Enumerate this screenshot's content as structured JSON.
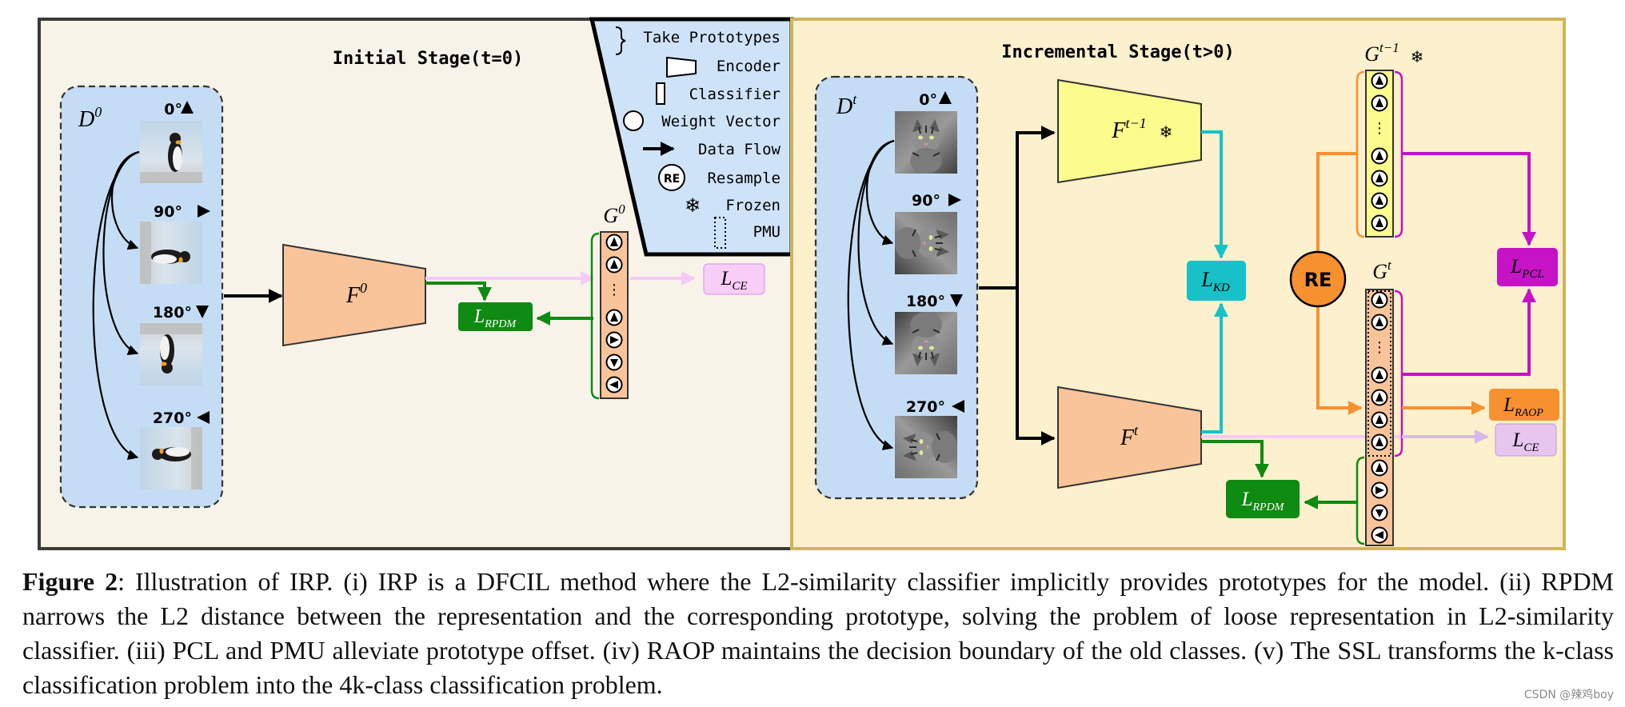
{
  "stages": {
    "initial": "Initial Stage(t=0)",
    "incremental": "Incremental Stage(t>0)"
  },
  "datasets": {
    "initial": {
      "base": "D",
      "sup": "0"
    },
    "incremental": {
      "base": "D",
      "sup": "t"
    }
  },
  "rotations": [
    "0°",
    "90°",
    "180°",
    "270°"
  ],
  "encoders": {
    "f0": {
      "base": "F",
      "sup": "0"
    },
    "ft1": {
      "base": "F",
      "sup": "t−1"
    },
    "ft": {
      "base": "F",
      "sup": "t"
    }
  },
  "classifiers": {
    "g0": {
      "base": "G",
      "sup": "0"
    },
    "gt1": {
      "base": "G",
      "sup": "t−1"
    },
    "gt": {
      "base": "G",
      "sup": "t"
    }
  },
  "losses": {
    "ce": {
      "base": "L",
      "sub": "CE"
    },
    "rpdm": {
      "base": "L",
      "sub": "RPDM"
    },
    "kd": {
      "base": "L",
      "sub": "KD"
    },
    "pcl": {
      "base": "L",
      "sub": "PCL"
    },
    "raop": {
      "base": "L",
      "sub": "RAOP"
    }
  },
  "resample_label": "RE",
  "legend": [
    {
      "icon": "brace-icon",
      "label": "Take Prototypes"
    },
    {
      "icon": "encoder-icon",
      "label": "Encoder"
    },
    {
      "icon": "classifier-icon",
      "label": "Classifier"
    },
    {
      "icon": "weight-vector-icon",
      "label": "Weight Vector"
    },
    {
      "icon": "arrow-icon",
      "label": "Data Flow"
    },
    {
      "icon": "resample-icon",
      "label": "Resample",
      "symbol": "RE"
    },
    {
      "icon": "snowflake-icon",
      "label": "Frozen"
    },
    {
      "icon": "pmu-icon",
      "label": "PMU"
    }
  ],
  "caption": {
    "label": "Figure 2",
    "text": ": Illustration of IRP. (i) IRP is a DFCIL method where the L2-similarity classifier implicitly provides prototypes for the model. (ii) RPDM narrows the L2 distance between the representation and the corresponding prototype, solving the problem of loose representation in L2-similarity classifier. (iii) PCL and PMU alleviate prototype offset. (iv) RAOP maintains the decision boundary of the old classes. (v) The SSL transforms the k-class classification problem into the 4k-class classification problem."
  },
  "watermark": "CSDN @辣鸡boy",
  "colors": {
    "initial_bg": "#f7f3e9",
    "incremental_bg": "#fdf0cc",
    "incremental_border": "#cfb55a",
    "dataset_bg": "#c5ddf4",
    "encoder_orange": "#f9c49a",
    "encoder_yellow": "#fbfb8e",
    "green": "#0f8a12",
    "cyan": "#16c2c8",
    "magenta": "#c513c5",
    "orange": "#f7912f",
    "pink": "#f6caf6",
    "lavender": "#e6c6ef"
  }
}
